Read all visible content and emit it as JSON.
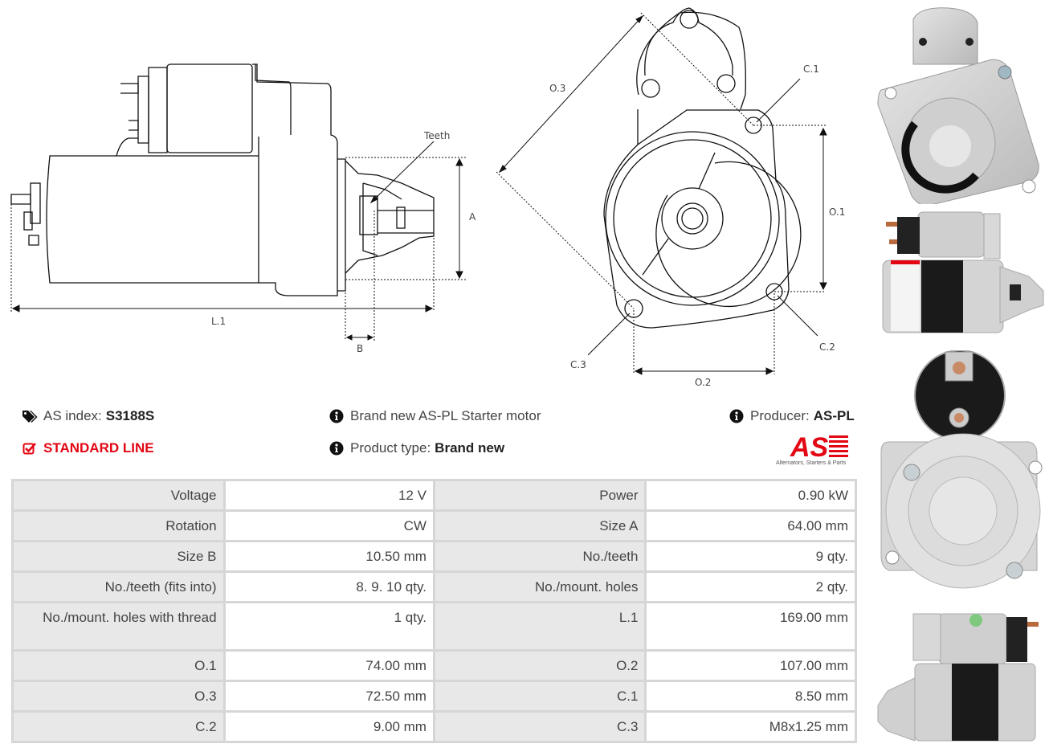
{
  "drawings": {
    "side_view": {
      "labels": {
        "teeth": "Teeth",
        "a": "A",
        "l1": "L.1",
        "b": "B"
      }
    },
    "front_view": {
      "labels": {
        "o3": "O.3",
        "c1": "C.1",
        "o1": "O.1",
        "c2": "C.2",
        "c3": "C.3",
        "o2": "O.2"
      }
    }
  },
  "product": {
    "index_label": "AS index:",
    "index_value": "S3188S",
    "line_label": "STANDARD LINE",
    "description": "Brand new AS-PL Starter motor",
    "type_label": "Product type:",
    "type_value": "Brand new",
    "producer_label": "Producer:",
    "producer_value": "AS-PL"
  },
  "icons": {
    "tags": "tags-icon",
    "check": "check-square-icon",
    "info": "info-circle-icon"
  },
  "logo": {
    "mark": "AS",
    "tagline": "Alternators, Starters & Parts"
  },
  "colors": {
    "accent_red": "#e30613",
    "label_cell_bg": "#e8e8e8",
    "border": "#d6d6d6"
  },
  "specs": [
    {
      "l1": "Voltage",
      "v1": "12 V",
      "l2": "Power",
      "v2": "0.90 kW"
    },
    {
      "l1": "Rotation",
      "v1": "CW",
      "l2": "Size A",
      "v2": "64.00 mm"
    },
    {
      "l1": "Size B",
      "v1": "10.50 mm",
      "l2": "No./teeth",
      "v2": "9 qty."
    },
    {
      "l1": "No./teeth (fits into)",
      "v1": "8. 9. 10 qty.",
      "l2": "No./mount. holes",
      "v2": "2 qty."
    },
    {
      "l1": "No./mount. holes with thread",
      "v1": "1 qty.",
      "l2": "L.1",
      "v2": "169.00 mm"
    },
    {
      "l1": "O.1",
      "v1": "74.00 mm",
      "l2": "O.2",
      "v2": "107.00 mm"
    },
    {
      "l1": "O.3",
      "v1": "72.50 mm",
      "l2": "C.1",
      "v2": "8.50 mm"
    },
    {
      "l1": "C.2",
      "v1": "9.00 mm",
      "l2": "C.3",
      "v2": "M8x1.25 mm"
    }
  ],
  "photos": [
    {
      "alt": "Starter motor front flange view"
    },
    {
      "alt": "Starter motor side view with label"
    },
    {
      "alt": "Starter motor rear view with solenoid terminals"
    },
    {
      "alt": "Starter motor side view opposite"
    }
  ]
}
